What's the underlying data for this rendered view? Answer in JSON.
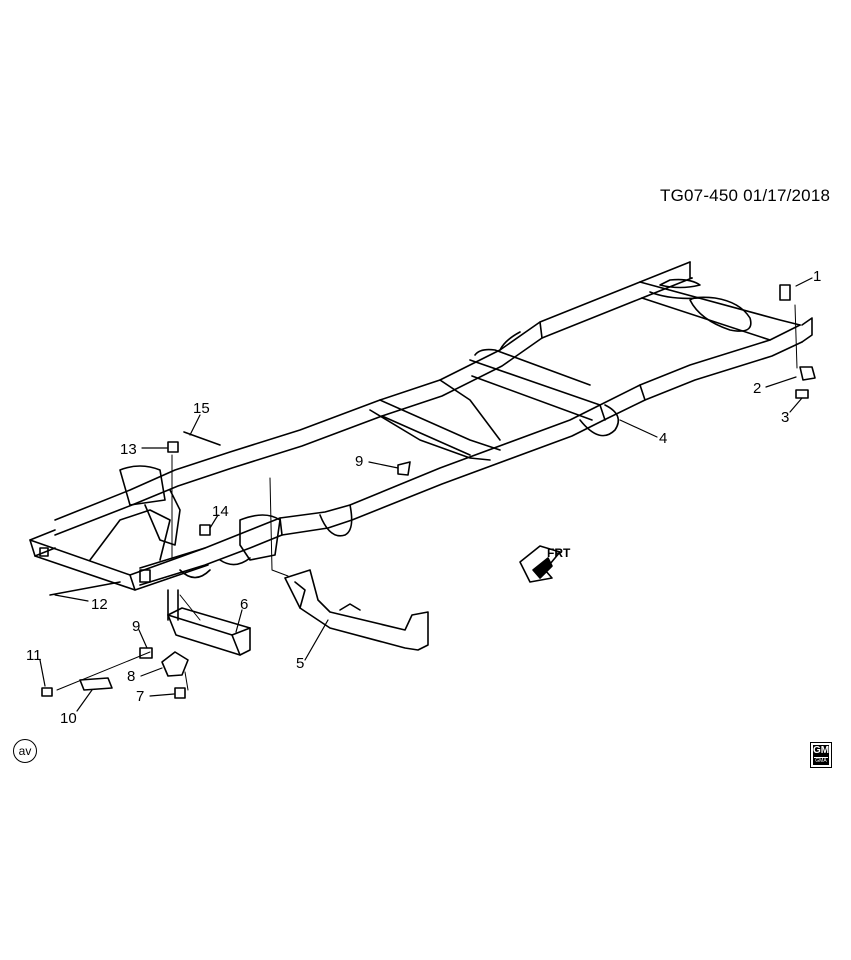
{
  "document_id": "TG07-450  01/17/2018",
  "direction_label": "FRT",
  "corner_tag": "av",
  "logo": {
    "text": "GM",
    "subtext": "GMA"
  },
  "callouts": [
    "1",
    "2",
    "3",
    "4",
    "5",
    "6",
    "7",
    "8",
    "9",
    "9",
    "10",
    "11",
    "12",
    "13",
    "14",
    "15"
  ]
}
